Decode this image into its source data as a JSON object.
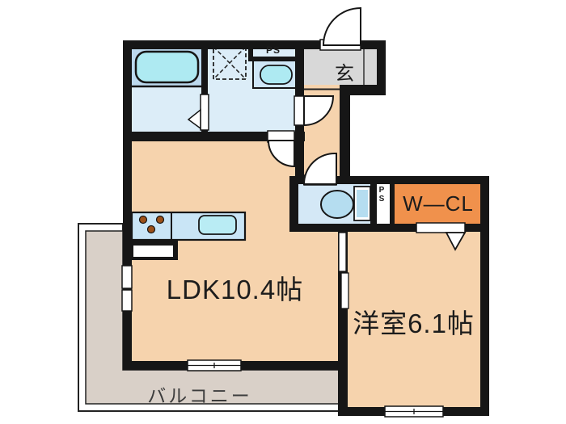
{
  "floorplan": {
    "title": "apartment-floor-plan",
    "labels": {
      "ldk": "LDK10.4帖",
      "bedroom": "洋室6.1帖",
      "balcony": "バルコニー",
      "entrance": "玄",
      "wcl": "W—CL",
      "ps_upper": "PS",
      "ps_side": "PS"
    },
    "fixtures": [
      "bathtub",
      "washing-machine-pan",
      "washbasin",
      "kitchen-counter",
      "stove-burners",
      "kitchen-sink",
      "toilet",
      "entry-door",
      "closet-door",
      "sliding-door",
      "windows",
      "balcony-railing"
    ],
    "colors": {
      "wall": "#161616",
      "floor_peach": "#f6d3ad",
      "floor_lightblue": "#dcedf8",
      "floor_toilet": "#d4e8f6",
      "tub_zone": "#bcd9ee",
      "fixture_cyan": "#aeeaf2",
      "counter_blue": "#c9e5f6",
      "entrance_gray": "#d8d8d8",
      "balcony_gray": "#d9d0c8",
      "wcl_orange": "#f0914c",
      "burner_brown": "#9c5018"
    }
  }
}
